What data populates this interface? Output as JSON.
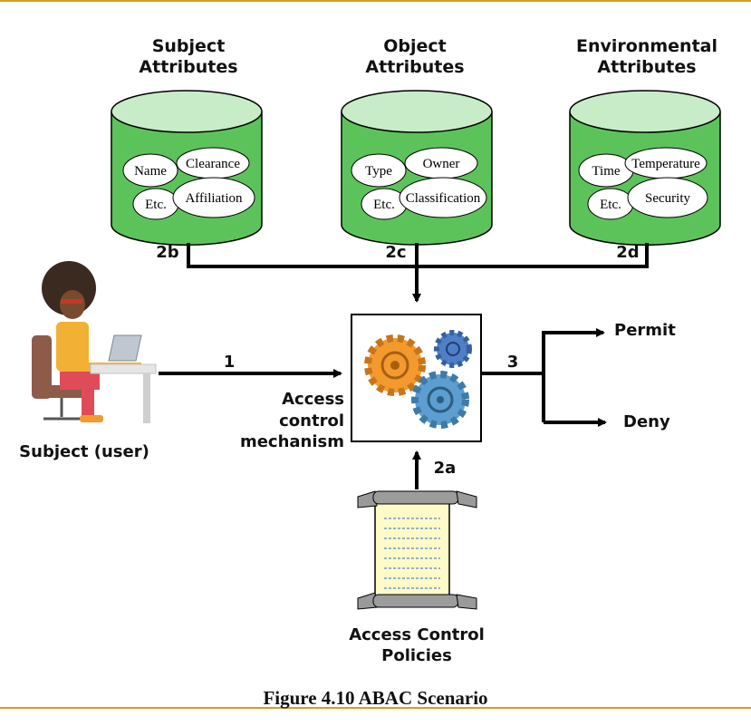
{
  "databases": {
    "subject": {
      "title_line1": "Subject",
      "title_line2": "Attributes",
      "arrow_label": "2b",
      "attrs": {
        "a": "Name",
        "b": "Clearance",
        "c": "Etc.",
        "d": "Affiliation"
      }
    },
    "object": {
      "title_line1": "Object",
      "title_line2": "Attributes",
      "arrow_label": "2c",
      "attrs": {
        "a": "Type",
        "b": "Owner",
        "c": "Etc.",
        "d": "Classification"
      }
    },
    "environment": {
      "title_line1": "Environmental",
      "title_line2": "Attributes",
      "arrow_label": "2d",
      "attrs": {
        "a": "Time",
        "b": "Temperature",
        "c": "Etc.",
        "d": "Security"
      }
    }
  },
  "subject_label": "Subject (user)",
  "arrow1_label": "1",
  "mechanism": {
    "line1": "Access",
    "line2": "control",
    "line3": "mechanism"
  },
  "arrow3_label": "3",
  "outcomes": {
    "permit": "Permit",
    "deny": "Deny"
  },
  "arrow2a_label": "2a",
  "policies": {
    "line1": "Access Control",
    "line2": "Policies"
  },
  "caption": "Figure 4.10  ABAC Scenario",
  "colors": {
    "cylinder_top": "#c8ecc7",
    "cylinder_body": "#5cc35a",
    "gear_orange": "#f29a2e",
    "gear_blue": "#5b9ecf",
    "gear_small": "#4f7fc6",
    "scroll": "#fffbc8",
    "rule": "#c9a227"
  }
}
